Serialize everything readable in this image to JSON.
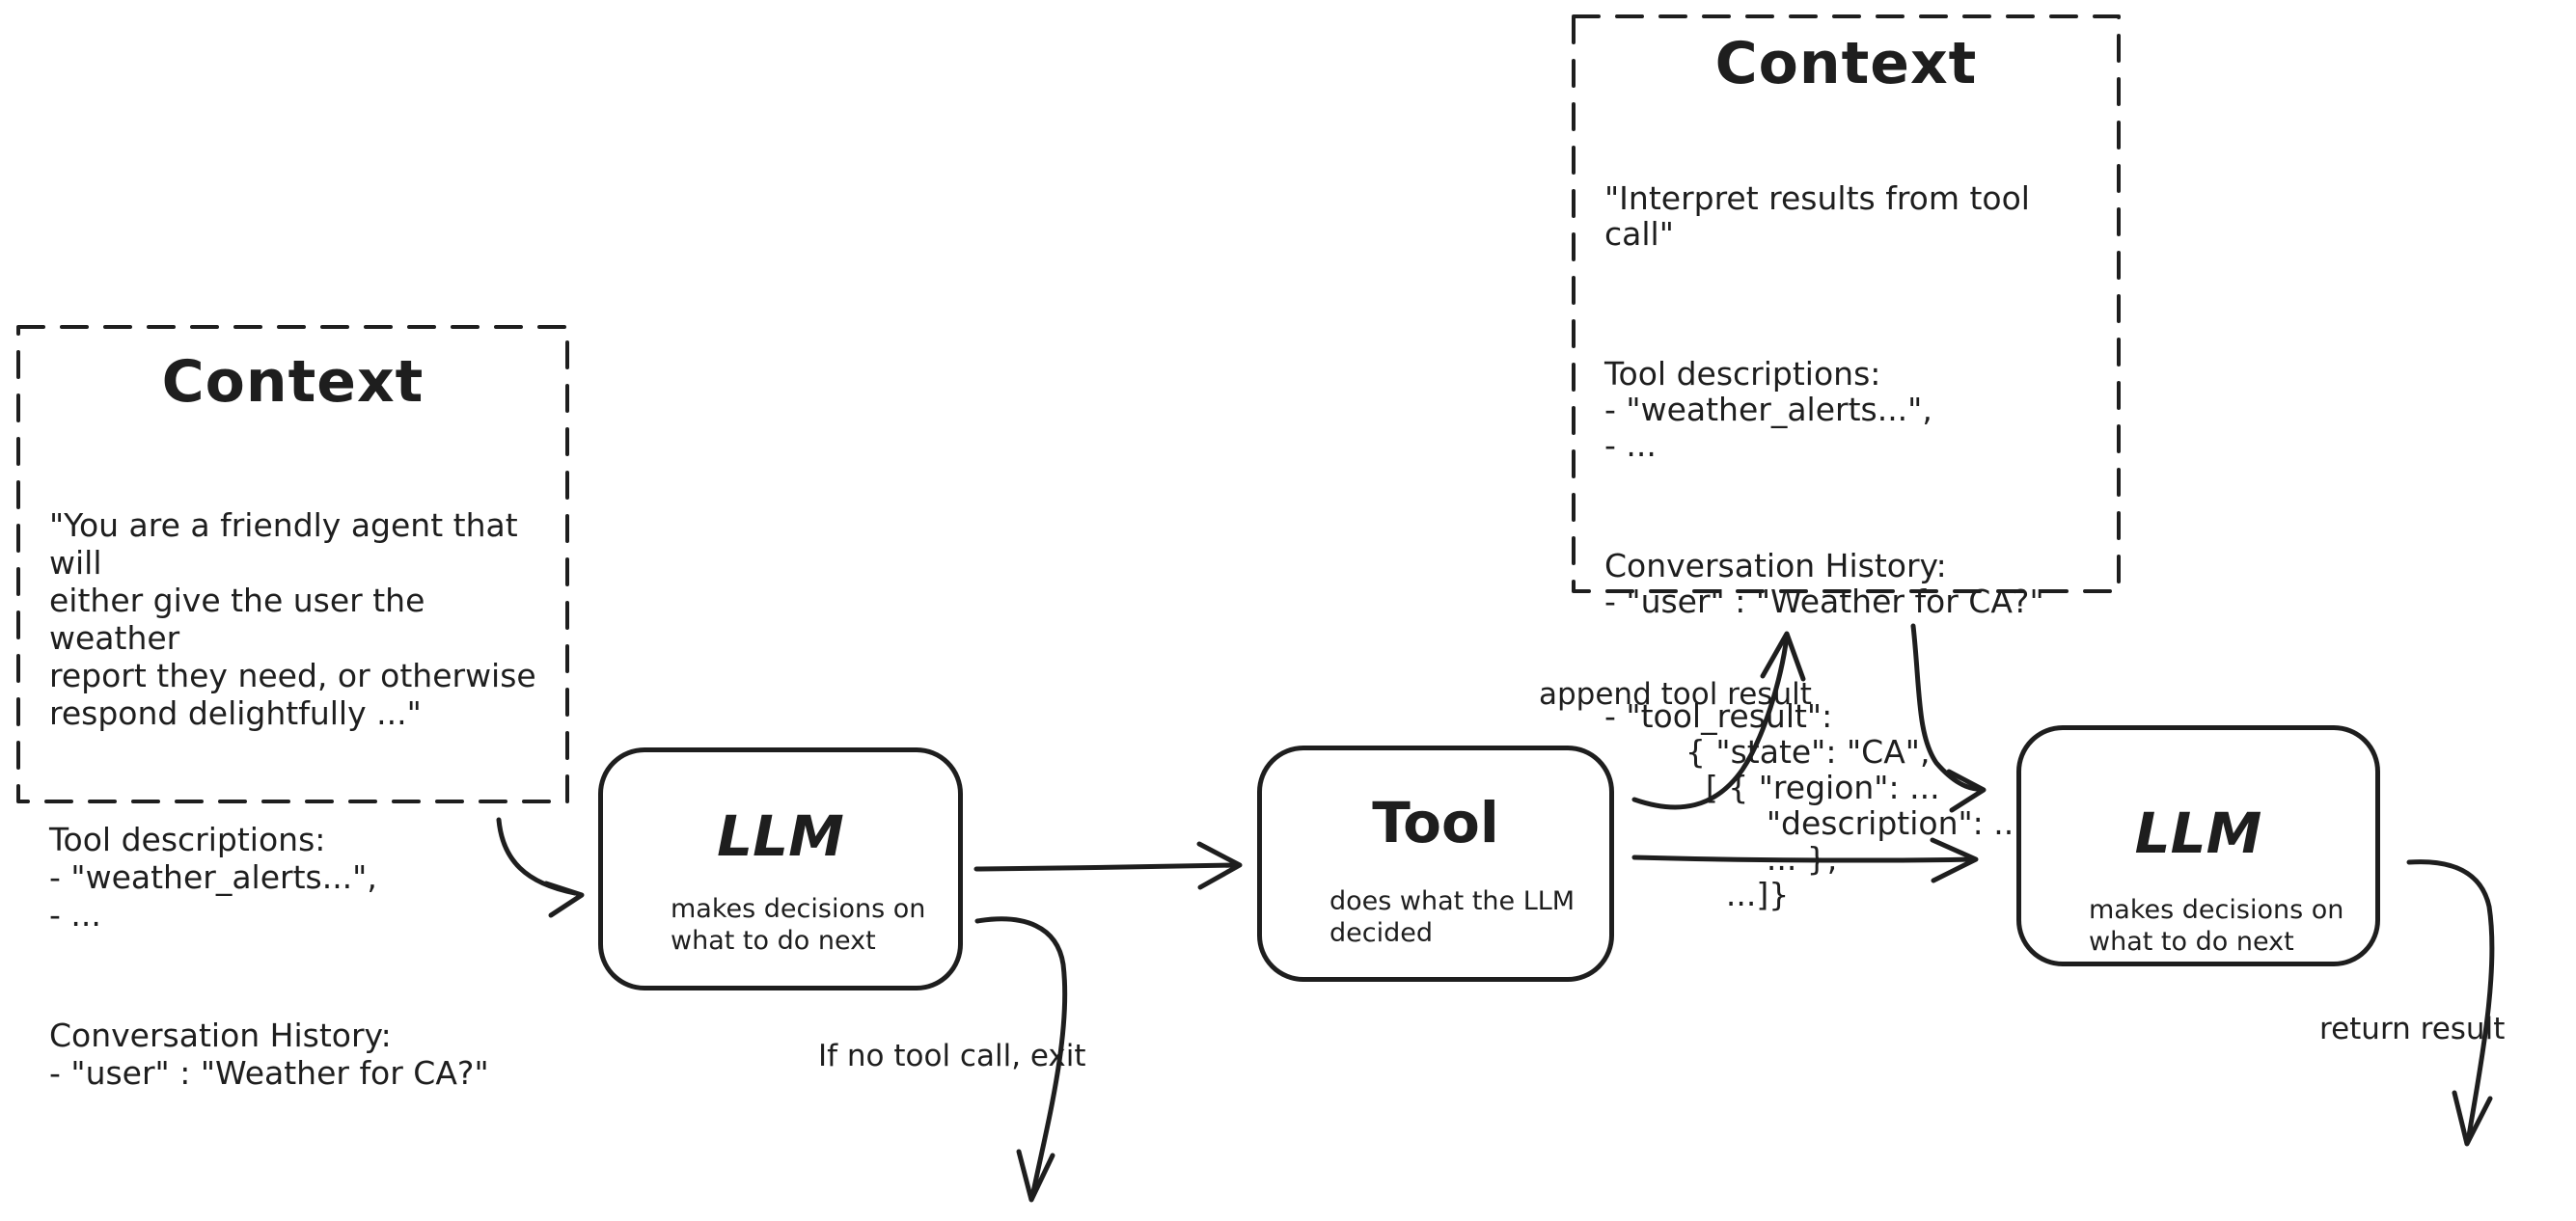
{
  "canvas": {
    "background": "#ffffff",
    "ink_color": "#1e1e1e"
  },
  "context_left": {
    "title": "Context",
    "sections": [
      "\"You are a friendly agent that will\neither give the user the weather\nreport they need, or otherwise\nrespond delightfully ...\"",
      "Tool descriptions:\n- \"weather_alerts...\",\n- ...",
      "Conversation History:\n- \"user\" : \"Weather for CA?\""
    ]
  },
  "context_top": {
    "title": "Context",
    "sections": [
      "\"Interpret results from tool call\"",
      "Tool descriptions:\n- \"weather_alerts...\",\n- ...",
      "Conversation History:\n- \"user\" : \"Weather for CA?\"",
      "- \"tool_result\":\n        { \"state\": \"CA\",\n          [ { \"region\": ...\n                \"description\": ...\n                ... },\n            ...]}"
    ]
  },
  "nodes": {
    "llm1": {
      "title": "LLM",
      "subtitle": "makes decisions on\nwhat to do next"
    },
    "tool": {
      "title": "Tool",
      "subtitle": "does what the LLM\ndecided"
    },
    "llm2": {
      "title": "LLM",
      "subtitle": "makes decisions on\nwhat to do next"
    }
  },
  "edge_labels": {
    "append_tool_result": "append tool result",
    "if_no_tool_call_exit": "If no tool call, exit",
    "return_result": "return result"
  }
}
